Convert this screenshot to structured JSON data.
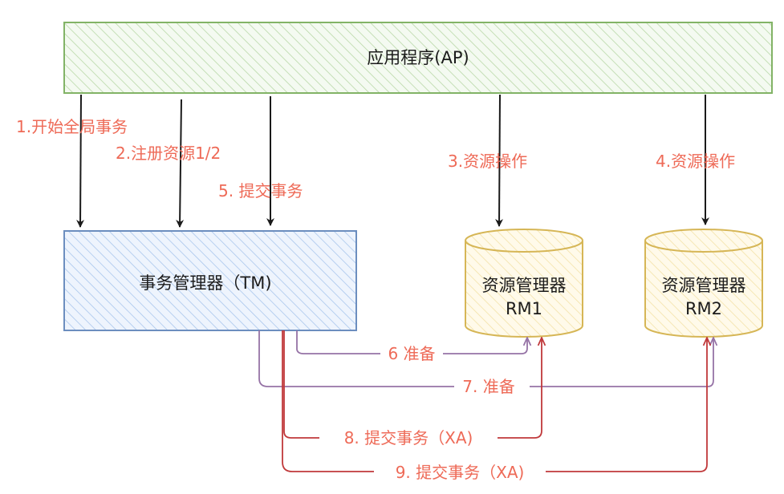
{
  "diagram": {
    "app_box": {
      "label": "应用程序(AP)"
    },
    "tm_box": {
      "label": "事务管理器（TM)"
    },
    "rm1": {
      "line1": "资源管理器",
      "line2": "RM1"
    },
    "rm2": {
      "line1": "资源管理器",
      "line2": "RM2"
    },
    "steps": {
      "s1": "1.开始全局事务",
      "s2": "2.注册资源1/2",
      "s3": "3.资源操作",
      "s4": "4.资源操作",
      "s5": "5. 提交事务",
      "s6": "6 准备",
      "s7": "7. 准备",
      "s8": "8. 提交事务（XA)",
      "s9": "9. 提交事务（XA)"
    }
  },
  "colors": {
    "app_stroke": "#82b366",
    "app_fill": "#d5e8d4",
    "tm_stroke": "#6c8ebf",
    "tm_fill": "#dae8fc",
    "rm_stroke": "#d6b656",
    "rm_fill": "#fff2cc",
    "step_label": "#ee6a57",
    "prepare_line": "#9673a6",
    "commit_line": "#c0393b",
    "arrow": "#1a1a1a"
  },
  "icons": {
    "arrow_head": "arrow-head-icon"
  }
}
